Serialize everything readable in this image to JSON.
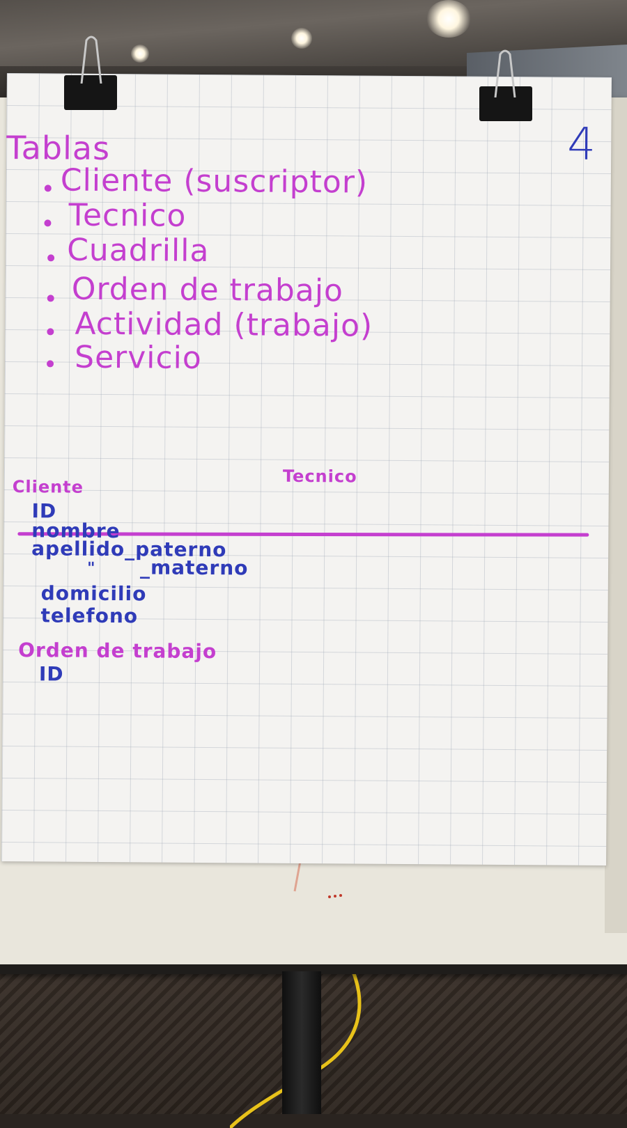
{
  "page_number": "4",
  "heading": "Tablas",
  "table_list": [
    "Cliente (suscriptor)",
    "Tecnico",
    "Cuadrilla",
    "Orden de trabajo",
    "Actividad (trabajo)",
    "Servicio"
  ],
  "cliente": {
    "title": "Cliente",
    "fields": [
      "ID",
      "nombre",
      "apellido_paterno",
      "\"",
      "_materno",
      "domicilio",
      "telefono"
    ]
  },
  "tecnico": {
    "title": "Tecnico"
  },
  "orden_de_trabajo": {
    "title": "Orden de trabajo",
    "fields": [
      "ID"
    ]
  },
  "colors": {
    "pink_marker": "#c43fcf",
    "blue_marker": "#2f3bb8"
  }
}
